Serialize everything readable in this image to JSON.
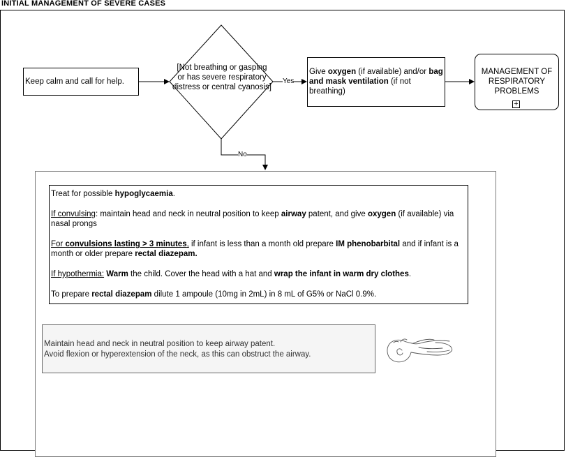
{
  "title": "INITIAL MANAGEMENT OF SEVERE CASES",
  "start": "Keep calm and call for help.",
  "decision": "[Not breathing or gasping or has severe respiratory distress or central cyanosis]",
  "yes_label": "Yes",
  "no_label": "No",
  "action": {
    "p1": "Give ",
    "b1": "oxygen",
    "p2": " (if available) and/or ",
    "b2": "bag and mask ventilation",
    "p3": " (if not breathing)"
  },
  "management": "MANAGEMENT OF RESPIRATORY PROBLEMS",
  "expand_symbol": "+",
  "treatment": {
    "line1": {
      "a": "Treat for possible ",
      "b": "hypoglycaemia",
      "c": "."
    },
    "line2": {
      "u": "If convulsing",
      "a": ": maintain head and neck in neutral position to keep ",
      "b1": "airway",
      "c": " patent, and give ",
      "b2": "oxygen",
      "d": " (if available) via nasal prongs"
    },
    "line3": {
      "u1": "For ",
      "ub": "convulsions lasting > 3 minutes",
      "u2": ",",
      "a": " if infant is less than a month old prepare ",
      "b1": "IM phenobarbital",
      "c": " and if infant is a month or older prepare ",
      "b2": "rectal diazepam."
    },
    "line4": {
      "u": "If hypothermia:",
      "a": " ",
      "b1": "Warm",
      "c": " the child. Cover the head with a hat and ",
      "b2": "wrap the infant in warm dry clothes",
      "d": "."
    },
    "line5": {
      "a": "To prepare ",
      "b": "rectal diazepam",
      "c": " dilute 1 ampoule (10mg in 2mL) in 8 mL of G5% or NaCl 0.9%."
    }
  },
  "note": {
    "line1": "Maintain head and neck in neutral position to keep airway patent.",
    "line2": "Avoid flexion or hyperextension of the neck, as this can obstruct the airway."
  }
}
